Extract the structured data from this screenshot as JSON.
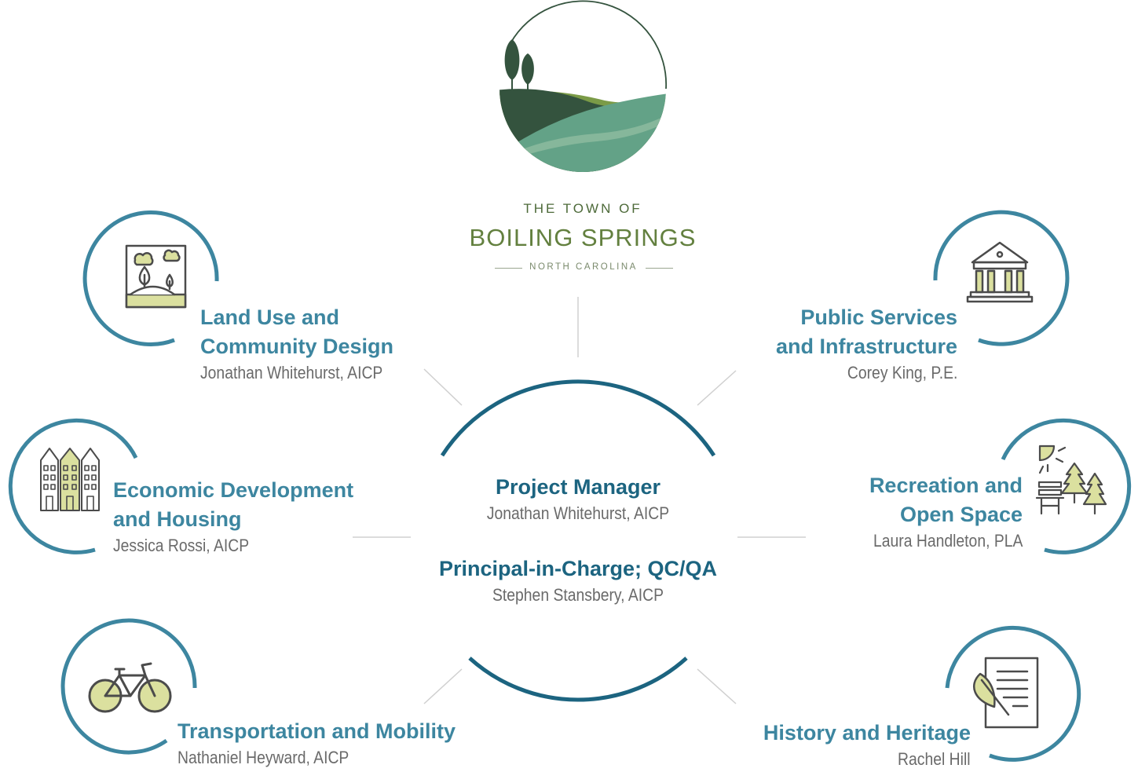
{
  "logo": {
    "line1": "THE TOWN OF",
    "line2": "BOILING SPRINGS",
    "line3": "NORTH CAROLINA"
  },
  "center": {
    "role1": {
      "title": "Project Manager",
      "name": "Jonathan Whitehurst, AICP"
    },
    "role2": {
      "title": "Principal-in-Charge; QC/QA",
      "name": "Stephen Stansbery, AICP"
    }
  },
  "teams": [
    {
      "title_line1": "Land Use and",
      "title_line2": "Community Design",
      "name": "Jonathan Whitehurst, AICP",
      "icon": "landscape-frame-icon"
    },
    {
      "title_line1": "Economic Development",
      "title_line2": "and Housing",
      "name": "Jessica Rossi, AICP",
      "icon": "buildings-icon"
    },
    {
      "title_line1": "Transportation and Mobility",
      "name": "Nathaniel Heyward, AICP",
      "icon": "bicycle-icon"
    },
    {
      "title_line1": "Public Services",
      "title_line2": "and Infrastructure",
      "name": "Corey King, P.E.",
      "icon": "government-building-icon"
    },
    {
      "title_line1": "Recreation and",
      "title_line2": "Open Space",
      "name": "Laura Handleton, PLA",
      "icon": "park-bench-trees-icon"
    },
    {
      "title_line1": "History and Heritage",
      "name": "Rachel Hill",
      "icon": "document-quill-icon"
    }
  ],
  "colors": {
    "team_ring": "#3d86a0",
    "center_ring": "#1c6480",
    "connector": "#d0d0d0",
    "icon_fill": "#dbe09f",
    "icon_stroke": "#4b4b4b",
    "logo_green": "#63803f"
  }
}
